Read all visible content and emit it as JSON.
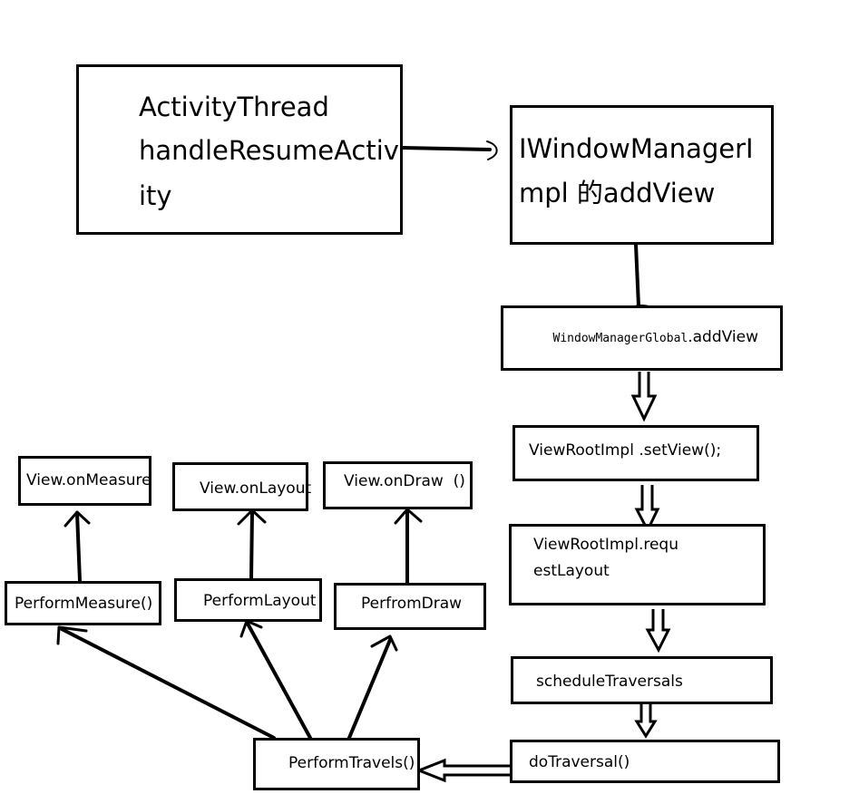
{
  "activity_thread": {
    "line1": "ActivityThread",
    "line2": "handleResumeActiv",
    "line3": "ity"
  },
  "window_manager_impl": {
    "line1": "IWindowManagerI",
    "line2": "mpl 的addView"
  },
  "window_manager_global": {
    "prefix": "WindowManagerGlobal",
    "suffix": ".addView"
  },
  "set_view": {
    "label": "ViewRootImpl .setView();"
  },
  "request_layout": {
    "line1": "ViewRootImpl.requ",
    "line2": "estLayout"
  },
  "schedule_traversals": {
    "label": "scheduleTraversals"
  },
  "do_traversal": {
    "label": "doTraversal()"
  },
  "perform_travels": {
    "label": "PerformTravels()"
  },
  "perform_measure": {
    "label": "PerformMeasure()"
  },
  "perform_layout": {
    "label": "PerformLayout"
  },
  "perform_draw": {
    "label": "PerfromDraw"
  },
  "on_measure": {
    "label": "View.onMeasure"
  },
  "on_layout": {
    "label": "View.onLayout"
  },
  "on_draw": {
    "label": "View.onDraw  ()"
  }
}
